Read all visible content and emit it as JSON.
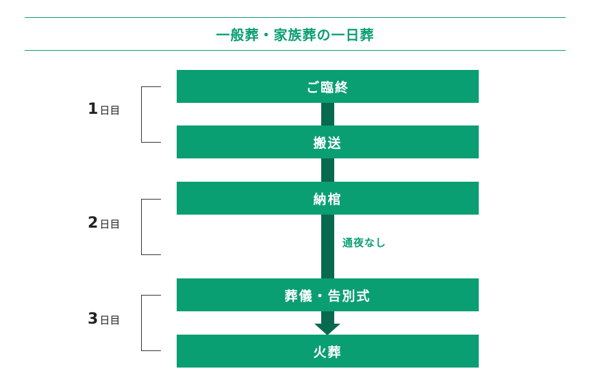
{
  "title": "一般葬・家族葬の一日葬",
  "steps": [
    "ご臨終",
    "搬送",
    "納棺",
    "葬儀・告別式",
    "火葬"
  ],
  "days": [
    {
      "num": "1",
      "unit": "日目"
    },
    {
      "num": "2",
      "unit": "日目"
    },
    {
      "num": "3",
      "unit": "日目"
    }
  ],
  "note": "通夜なし",
  "colors": {
    "accent": "#0a9e73",
    "connector": "#07694d",
    "bracket": "#333333"
  }
}
